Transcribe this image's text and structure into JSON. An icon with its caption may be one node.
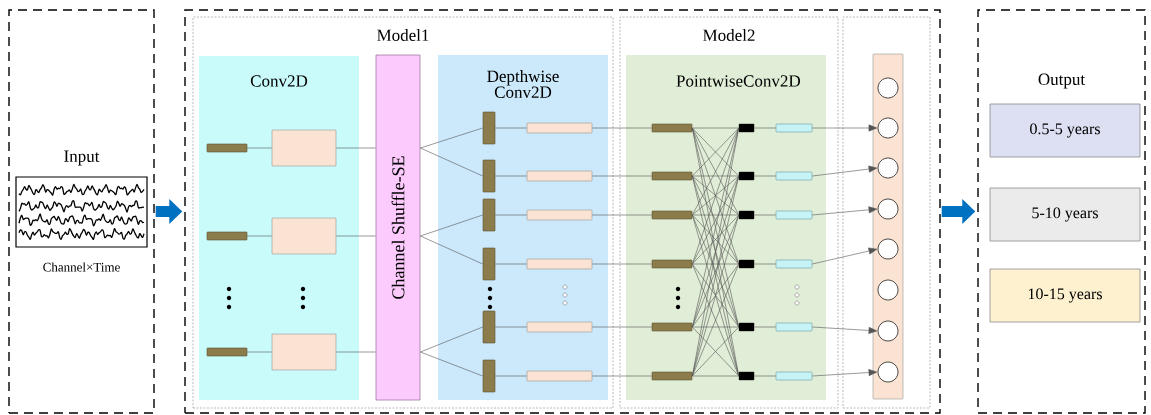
{
  "diagram": {
    "nodes": [
      {
        "text": [
          "Input"
        ]
      },
      {
        "text": [],
        "shape": "picture",
        "in": 0,
        "beside": [
          "Channel×Time"
        ]
      },
      {
        "text": [],
        "shape": "box"
      },
      {
        "text": [
          "Model1"
        ],
        "in": 2
      },
      {
        "text": [
          "Conv2D"
        ],
        "in": 3
      },
      {
        "text": [],
        "shape": "bar",
        "in": 4
      },
      {
        "text": [],
        "shape": "box",
        "in": 4
      },
      {
        "text": [],
        "shape": "bar",
        "in": 4
      },
      {
        "text": [],
        "shape": "box",
        "in": 4
      },
      {
        "text": [],
        "shape": "bar",
        "in": 4
      },
      {
        "text": [],
        "shape": "box",
        "in": 4
      },
      {
        "text": [
          "Channel Shuffle-SE"
        ],
        "in": 3
      },
      {
        "text": [
          "Depthwise Conv2D"
        ],
        "in": 3
      },
      {
        "text": [],
        "shape": "bar",
        "in": 12
      },
      {
        "text": [],
        "shape": "bar",
        "in": 12
      },
      {
        "text": [],
        "shape": "bar",
        "in": 12
      },
      {
        "text": [],
        "shape": "bar",
        "in": 12
      },
      {
        "text": [],
        "shape": "bar",
        "in": 12
      },
      {
        "text": [],
        "shape": "bar",
        "in": 12
      },
      {
        "text": [],
        "shape": "bar",
        "in": 12
      },
      {
        "text": [],
        "shape": "bar",
        "in": 12
      },
      {
        "text": [],
        "shape": "bar",
        "in": 12
      },
      {
        "text": [],
        "shape": "bar",
        "in": 12
      },
      {
        "text": [],
        "shape": "bar",
        "in": 12
      },
      {
        "text": [],
        "shape": "bar",
        "in": 12
      },
      {
        "text": [
          "Model2"
        ],
        "in": 2
      },
      {
        "text": [
          "PointwiseConv2D"
        ],
        "in": 25
      },
      {
        "text": [],
        "shape": "bar",
        "in": 26
      },
      {
        "text": [],
        "shape": "bar",
        "in": 26
      },
      {
        "text": [],
        "shape": "bar",
        "in": 26
      },
      {
        "text": [],
        "shape": "bar",
        "in": 26
      },
      {
        "text": [],
        "shape": "bar",
        "in": 26
      },
      {
        "text": [],
        "shape": "bar",
        "in": 26
      },
      {
        "text": [],
        "shape": "bar",
        "in": 26
      },
      {
        "text": [],
        "shape": "bar",
        "in": 26
      },
      {
        "text": [],
        "shape": "bar",
        "in": 26
      },
      {
        "text": [],
        "shape": "bar",
        "in": 26
      },
      {
        "text": [],
        "shape": "bar",
        "in": 26
      },
      {
        "text": [],
        "shape": "bar",
        "in": 26
      },
      {
        "text": [],
        "shape": "bar",
        "in": 26
      },
      {
        "text": [],
        "shape": "bar",
        "in": 26
      },
      {
        "text": [],
        "shape": "bar",
        "in": 26
      },
      {
        "text": [],
        "shape": "bar",
        "in": 26
      },
      {
        "text": [],
        "shape": "bar",
        "in": 26
      },
      {
        "text": [],
        "shape": "bar",
        "in": 26
      },
      {
        "text": [],
        "shape": "box",
        "in": 2
      },
      {
        "text": [],
        "shape": "bar",
        "in": 45
      },
      {
        "text": [],
        "shape": "circle",
        "in": 46
      },
      {
        "text": [],
        "shape": "circle",
        "in": 46
      },
      {
        "text": [],
        "shape": "circle",
        "in": 46
      },
      {
        "text": [],
        "shape": "circle",
        "in": 46
      },
      {
        "text": [],
        "shape": "circle",
        "in": 46
      },
      {
        "text": [],
        "shape": "circle",
        "in": 46
      },
      {
        "text": [],
        "shape": "circle",
        "in": 46
      },
      {
        "text": [],
        "shape": "circle",
        "in": 46
      },
      {
        "text": [
          "Output"
        ]
      },
      {
        "text": [
          "0.5-5 years"
        ],
        "in": 55
      },
      {
        "text": [
          "5-10 years"
        ],
        "in": 55
      },
      {
        "text": [
          "10-15 years"
        ],
        "in": 55
      }
    ],
    "edges": [
      {
        "from": 0,
        "to": 2,
        "arrow": "to",
        "style": "thick",
        "color": "#0070c0"
      },
      {
        "from": 5,
        "to": 6,
        "arrow": "none"
      },
      {
        "from": 7,
        "to": 8,
        "arrow": "none"
      },
      {
        "from": 9,
        "to": 10,
        "arrow": "none"
      },
      {
        "from": 6,
        "to": 11,
        "arrow": "none"
      },
      {
        "from": 8,
        "to": 11,
        "arrow": "none"
      },
      {
        "from": 10,
        "to": 11,
        "arrow": "none"
      },
      {
        "from": 11,
        "to": 13,
        "arrow": "none"
      },
      {
        "from": 11,
        "to": 15,
        "arrow": "none"
      },
      {
        "from": 11,
        "to": 17,
        "arrow": "none"
      },
      {
        "from": 11,
        "to": 19,
        "arrow": "none"
      },
      {
        "from": 11,
        "to": 21,
        "arrow": "none"
      },
      {
        "from": 11,
        "to": 23,
        "arrow": "none"
      },
      {
        "from": 13,
        "to": 14,
        "arrow": "none"
      },
      {
        "from": 15,
        "to": 16,
        "arrow": "none"
      },
      {
        "from": 17,
        "to": 18,
        "arrow": "none"
      },
      {
        "from": 19,
        "to": 20,
        "arrow": "none"
      },
      {
        "from": 21,
        "to": 22,
        "arrow": "none"
      },
      {
        "from": 23,
        "to": 24,
        "arrow": "none"
      },
      {
        "from": 14,
        "to": 27,
        "arrow": "none"
      },
      {
        "from": 16,
        "to": 30,
        "arrow": "none"
      },
      {
        "from": 18,
        "to": 33,
        "arrow": "none"
      },
      {
        "from": 20,
        "to": 36,
        "arrow": "none"
      },
      {
        "from": 22,
        "to": 39,
        "arrow": "none"
      },
      {
        "from": 24,
        "to": 42,
        "arrow": "none"
      },
      {
        "from": 27,
        "to": 28,
        "arrow": "none"
      },
      {
        "from": 27,
        "to": 31,
        "arrow": "none"
      },
      {
        "from": 27,
        "to": 34,
        "arrow": "none"
      },
      {
        "from": 27,
        "to": 37,
        "arrow": "none"
      },
      {
        "from": 27,
        "to": 40,
        "arrow": "none"
      },
      {
        "from": 27,
        "to": 43,
        "arrow": "none"
      },
      {
        "from": 30,
        "to": 28,
        "arrow": "none"
      },
      {
        "from": 30,
        "to": 31,
        "arrow": "none"
      },
      {
        "from": 30,
        "to": 34,
        "arrow": "none"
      },
      {
        "from": 30,
        "to": 37,
        "arrow": "none"
      },
      {
        "from": 30,
        "to": 40,
        "arrow": "none"
      },
      {
        "from": 30,
        "to": 43,
        "arrow": "none"
      },
      {
        "from": 33,
        "to": 28,
        "arrow": "none"
      },
      {
        "from": 33,
        "to": 31,
        "arrow": "none"
      },
      {
        "from": 33,
        "to": 34,
        "arrow": "none"
      },
      {
        "from": 33,
        "to": 37,
        "arrow": "none"
      },
      {
        "from": 33,
        "to": 40,
        "arrow": "none"
      },
      {
        "from": 33,
        "to": 43,
        "arrow": "none"
      },
      {
        "from": 36,
        "to": 28,
        "arrow": "none"
      },
      {
        "from": 36,
        "to": 31,
        "arrow": "none"
      },
      {
        "from": 36,
        "to": 34,
        "arrow": "none"
      },
      {
        "from": 36,
        "to": 37,
        "arrow": "none"
      },
      {
        "from": 36,
        "to": 40,
        "arrow": "none"
      },
      {
        "from": 36,
        "to": 43,
        "arrow": "none"
      },
      {
        "from": 39,
        "to": 28,
        "arrow": "none"
      },
      {
        "from": 39,
        "to": 31,
        "arrow": "none"
      },
      {
        "from": 39,
        "to": 34,
        "arrow": "none"
      },
      {
        "from": 39,
        "to": 37,
        "arrow": "none"
      },
      {
        "from": 39,
        "to": 40,
        "arrow": "none"
      },
      {
        "from": 39,
        "to": 43,
        "arrow": "none"
      },
      {
        "from": 42,
        "to": 28,
        "arrow": "none"
      },
      {
        "from": 42,
        "to": 31,
        "arrow": "none"
      },
      {
        "from": 42,
        "to": 34,
        "arrow": "none"
      },
      {
        "from": 42,
        "to": 37,
        "arrow": "none"
      },
      {
        "from": 42,
        "to": 40,
        "arrow": "none"
      },
      {
        "from": 42,
        "to": 43,
        "arrow": "none"
      },
      {
        "from": 28,
        "to": 29,
        "arrow": "none"
      },
      {
        "from": 31,
        "to": 32,
        "arrow": "none"
      },
      {
        "from": 34,
        "to": 35,
        "arrow": "none"
      },
      {
        "from": 37,
        "to": 38,
        "arrow": "none"
      },
      {
        "from": 40,
        "to": 41,
        "arrow": "none"
      },
      {
        "from": 43,
        "to": 44,
        "arrow": "none"
      },
      {
        "from": 29,
        "to": 48,
        "arrow": "to"
      },
      {
        "from": 32,
        "to": 49,
        "arrow": "to"
      },
      {
        "from": 35,
        "to": 50,
        "arrow": "to"
      },
      {
        "from": 38,
        "to": 51,
        "arrow": "to"
      },
      {
        "from": 41,
        "to": 53,
        "arrow": "to"
      },
      {
        "from": 44,
        "to": 54,
        "arrow": "to"
      },
      {
        "from": 2,
        "to": 55,
        "arrow": "to",
        "style": "thick",
        "color": "#0070c0"
      }
    ]
  }
}
